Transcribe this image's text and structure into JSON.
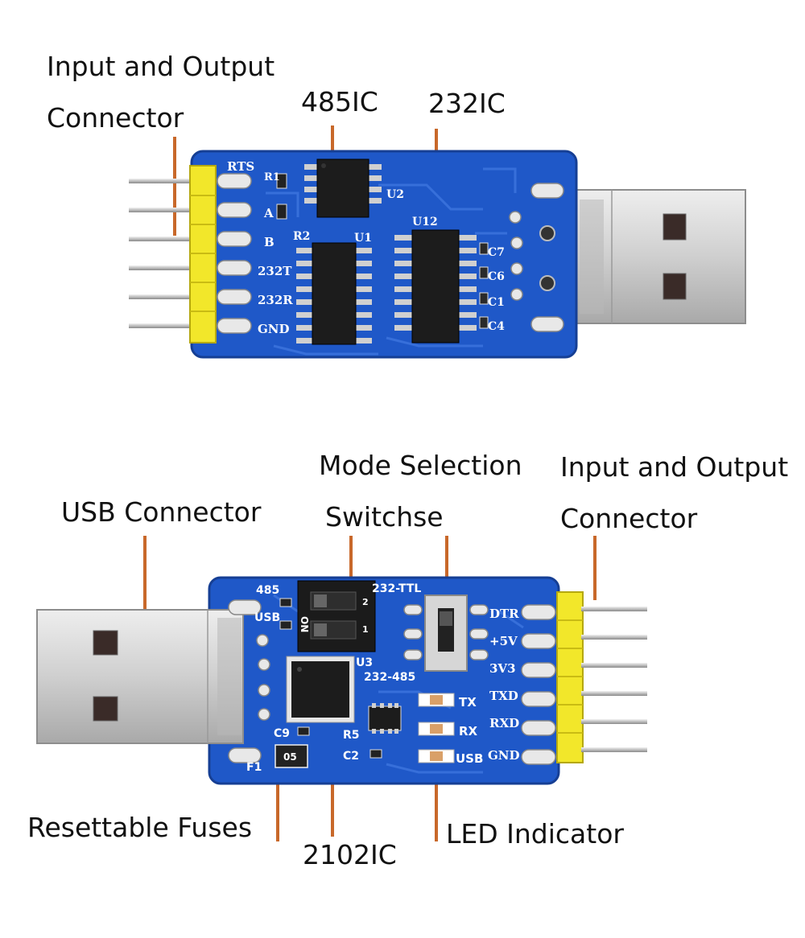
{
  "callouts": {
    "top_io_line1": "Input and Output",
    "top_io_line2": "Connector",
    "ic_485": "485IC",
    "ic_232": "232IC",
    "mode_line1": "Mode Selection",
    "mode_line2": "Switchse",
    "bottom_io_line1": "Input and Output",
    "bottom_io_line2": "Connector",
    "usb": "USB Connector",
    "fuses": "Resettable Fuses",
    "ic_2102": "2102IC",
    "led": "LED Indicator"
  },
  "top_board": {
    "pins": [
      "RTS",
      "A",
      "B",
      "232T",
      "232R",
      "GND"
    ],
    "refs": {
      "r1": "R1",
      "r2": "R2",
      "u1": "U1",
      "u2": "U2",
      "u12": "U12",
      "c7": "C7",
      "c6": "C6",
      "c1": "C1",
      "c4": "C4"
    }
  },
  "bottom_board": {
    "pins": [
      "DTR",
      "+5V",
      "3V3",
      "TXD",
      "RXD",
      "GND"
    ],
    "silk": {
      "s485": "485",
      "usb": "USB",
      "ttl": "232-TTL",
      "r485": "232-485",
      "u3": "U3",
      "c9": "C9",
      "r5": "R5",
      "c2": "C2",
      "f1": "F1",
      "on": "ON",
      "sw1": "1",
      "sw2": "2",
      "fuse_code": "05"
    },
    "leds": [
      "TX",
      "RX",
      "USB"
    ]
  },
  "colors": {
    "pcb": "#1f58c8",
    "pcb_edge": "#163f94",
    "header": "#f2e72a",
    "leader": "#c8682a",
    "chip": "#1c1c1c",
    "usb_metal": "#d4d4d4"
  }
}
